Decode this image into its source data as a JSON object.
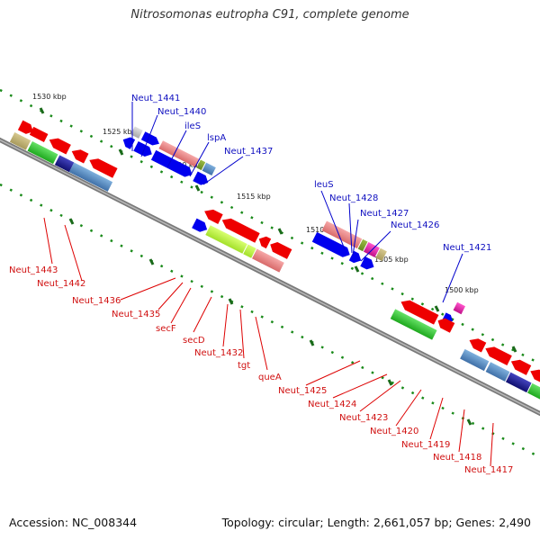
{
  "title": "Nitrosomonas eutropha C91, complete genome",
  "footer": {
    "accession": "Accession: NC_008344",
    "summary": "Topology: circular; Length: 2,661,057 bp; Genes: 2,490"
  },
  "ticks": [
    "1530 kbp",
    "1525 kbp",
    "1520 kbp",
    "1515 kbp",
    "1510 kbp",
    "1505 kbp",
    "1500 kbp"
  ],
  "labels_blue": [
    "Neut_1441",
    "Neut_1440",
    "ileS",
    "lspA",
    "Neut_1437",
    "leuS",
    "Neut_1428",
    "Neut_1427",
    "Neut_1426",
    "Neut_1421"
  ],
  "labels_red": [
    "Neut_1443",
    "Neut_1442",
    "Neut_1436",
    "Neut_1435",
    "secF",
    "secD",
    "Neut_1432",
    "tgt",
    "queA",
    "Neut_1425",
    "Neut_1424",
    "Neut_1423",
    "Neut_1420",
    "Neut_1419",
    "Neut_1418",
    "Neut_1417"
  ],
  "colors": {
    "backbone": "#808080",
    "forward_cds": "#0000ee",
    "reverse_cds": "#ee0000",
    "label_forward": "#1010c0",
    "label_reverse": "#d01010",
    "dots": "#1a8a1a"
  }
}
